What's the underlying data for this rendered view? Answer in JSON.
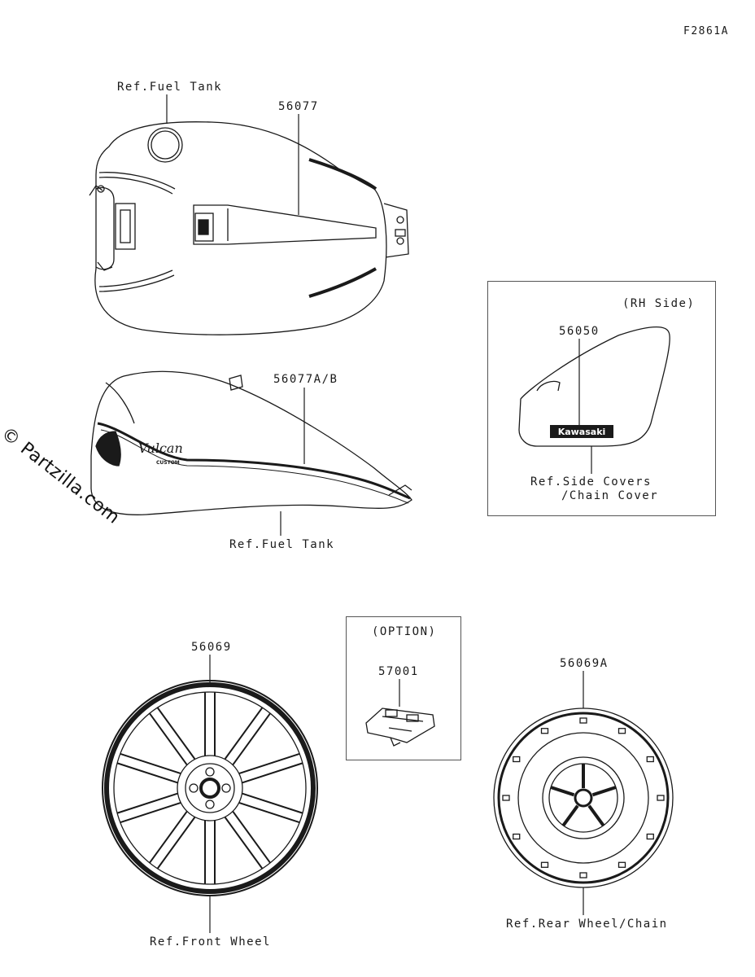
{
  "figure_code": "F2861A",
  "watermark": "© Partzilla.com",
  "labels": {
    "ref_fuel_tank_top": "Ref.Fuel Tank",
    "part_56077": "56077",
    "part_56077ab": "56077A/B",
    "ref_fuel_tank_side": "Ref.Fuel Tank",
    "rh_side": "(RH Side)",
    "part_56050": "56050",
    "ref_side_covers_1": "Ref.Side Covers",
    "ref_side_covers_2": "/Chain Cover",
    "part_56069": "56069",
    "ref_front_wheel": "Ref.Front Wheel",
    "option": "(OPTION)",
    "part_57001": "57001",
    "part_56069a": "56069A",
    "ref_rear_wheel": "Ref.Rear Wheel/Chain"
  },
  "decal_text": {
    "kawasaki": "Kawasaki",
    "vulcan": "Vulcan",
    "custom": "CUSTOM"
  }
}
